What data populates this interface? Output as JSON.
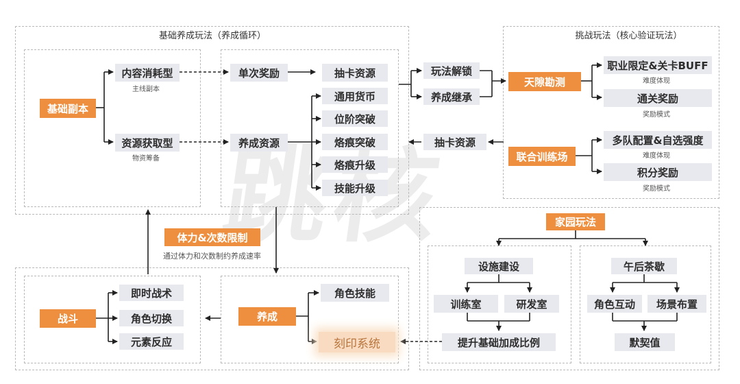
{
  "watermark": "跳核",
  "sections": {
    "basic": "基础养成玩法（养成循环）",
    "challenge": "挑战玩法（核心验证玩法）"
  },
  "nodes": {
    "basic_dungeon": "基础副本",
    "content_consume": "内容消耗型",
    "content_consume_sub": "主线副本",
    "resource_get": "资源获取型",
    "resource_get_sub": "物资筹备",
    "single_reward": "单次奖励",
    "gacha_resource": "抽卡资源",
    "currency": "通用货币",
    "rank_break": "位阶突破",
    "imprint_break": "烙痕突破",
    "imprint_upgrade": "烙痕升级",
    "skill_upgrade": "技能升级",
    "growth_resource": "养成资源",
    "play_unlock": "玩法解锁",
    "growth_inherit": "养成继承",
    "gacha_resource2": "抽卡资源",
    "tianxi": "天隙勘测",
    "job_limit": "职业限定&关卡BUFF",
    "job_limit_sub": "难度体现",
    "clear_reward": "通关奖励",
    "clear_reward_sub": "奖励模式",
    "joint_training": "联合训练场",
    "multi_team": "多队配置&自选强度",
    "multi_team_sub": "难度体现",
    "points_reward": "积分奖励",
    "points_reward_sub": "奖励模式",
    "stamina": "体力&次数限制",
    "stamina_sub": "通过体力和次数制约养成速率",
    "battle": "战斗",
    "instant_tactic": "即时战术",
    "char_switch": "角色切换",
    "element_react": "元素反应",
    "growth": "养成",
    "char_skill": "角色技能",
    "imprint_system": "刻印系统",
    "home": "家园玩法",
    "facility": "设施建设",
    "training_room": "训练室",
    "research_room": "研发室",
    "boost_ratio": "提升基础加成比例",
    "afternoon_tea": "午后茶歇",
    "char_interact": "角色互动",
    "scene_layout": "场景布置",
    "affinity": "默契值"
  },
  "colors": {
    "accent": "#ed8f3f",
    "node_bg": "#e8e9ee"
  }
}
